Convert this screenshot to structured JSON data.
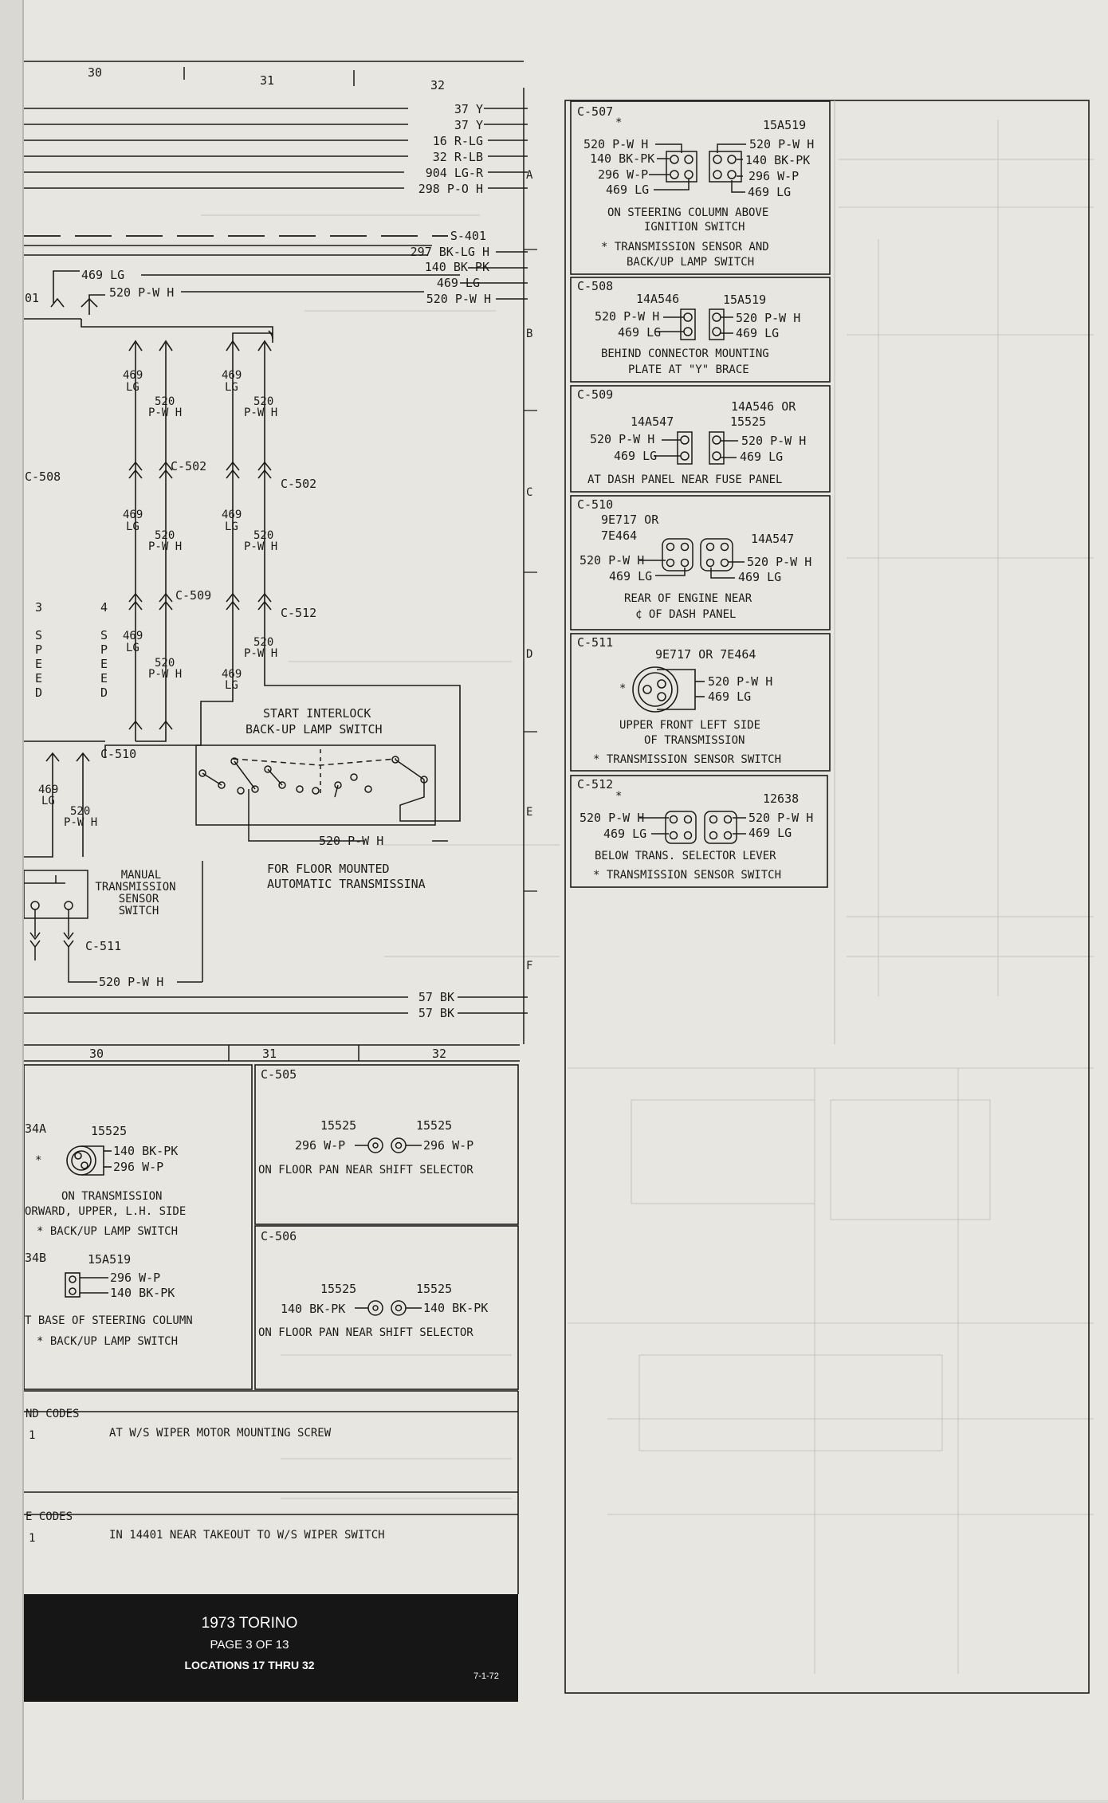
{
  "page": {
    "title": "1973 TORINO",
    "page_label": "PAGE 3 OF 13",
    "locations": "LOCATIONS 17 THRU 32",
    "date_code": "7-1-72"
  },
  "grid": {
    "top_columns": [
      "30",
      "31",
      "32"
    ],
    "bottom_columns": [
      "30",
      "31",
      "32"
    ],
    "rows": [
      "A",
      "B",
      "C",
      "D",
      "E",
      "F"
    ]
  },
  "bus_wires": [
    "37 Y",
    "37 Y",
    "16 R-LG",
    "32 R-LB",
    "904 LG-R",
    "298 P-O H"
  ],
  "splice": "S-401",
  "feed_wires": [
    "297 BK-LG H",
    "140 BK-PK",
    "469 LG",
    "520 P-W H"
  ],
  "left_wiring": {
    "wire_469": "469 LG",
    "wire_520": "520 P-W H",
    "stub_left": "01",
    "ref_c508": "C-508",
    "c502_a": "C-502",
    "c502_b": "C-502",
    "c509": "C-509",
    "c512": "C-512",
    "c510": "C-510",
    "c511": "C-511",
    "three_speed": [
      "3",
      "S",
      "P",
      "E",
      "E",
      "D"
    ],
    "four_speed": [
      "4",
      "S",
      "P",
      "E",
      "E",
      "D"
    ],
    "v469": "469",
    "vLG": "LG",
    "v520": "520",
    "vPWH": "P-W H",
    "start_interlock": "START INTERLOCK",
    "backup_lamp_switch": "BACK-UP LAMP SWITCH",
    "floor_mounted_1": "FOR FLOOR MOUNTED",
    "floor_mounted_2": "AUTOMATIC TRANSMISSINA",
    "manual_1": "MANUAL",
    "manual_2": "TRANSMISSION",
    "manual_3": "SENSOR",
    "manual_4": "SWITCH",
    "bottom_wire_520": "520 P-W H",
    "bottom_wire_57a": "57 BK",
    "bottom_wire_57b": "57 BK"
  },
  "connectors_right": [
    {
      "id": "C-507",
      "part_left": "*",
      "part_right": "15A519",
      "left_wires": [
        "520 P-W H",
        "140 BK-PK",
        "296 W-P",
        "469 LG"
      ],
      "right_wires": [
        "520 P-W H",
        "140 BK-PK",
        "296 W-P",
        "469 LG"
      ],
      "notes": [
        "ON STEERING COLUMN ABOVE",
        "IGNITION SWITCH",
        "* TRANSMISSION SENSOR AND",
        "BACK/UP LAMP SWITCH"
      ]
    },
    {
      "id": "C-508",
      "part_left": "14A546",
      "part_right": "15A519",
      "left_wires": [
        "520 P-W H",
        "469 LG"
      ],
      "right_wires": [
        "520 P-W H",
        "469 LG"
      ],
      "notes": [
        "BEHIND CONNECTOR MOUNTING",
        "PLATE AT \"Y\" BRACE"
      ]
    },
    {
      "id": "C-509",
      "part_left": "14A547",
      "part_right": "14A546 OR",
      "part_right2": "15525",
      "left_wires": [
        "520 P-W H",
        "469 LG"
      ],
      "right_wires": [
        "520 P-W H",
        "469 LG"
      ],
      "notes": [
        "AT DASH PANEL NEAR FUSE PANEL"
      ]
    },
    {
      "id": "C-510",
      "part_left": "9E717 OR",
      "part_left2": "7E464",
      "part_right": "14A547",
      "left_wires": [
        "520 P-W H",
        "469 LG"
      ],
      "right_wires": [
        "520 P-W H",
        "469 LG"
      ],
      "notes": [
        "REAR OF ENGINE NEAR",
        "¢ OF DASH PANEL"
      ]
    },
    {
      "id": "C-511",
      "part_left": "9E717 OR 7E464",
      "star": "*",
      "right_wires": [
        "520 P-W H",
        "469 LG"
      ],
      "notes": [
        "UPPER FRONT LEFT SIDE",
        "OF TRANSMISSION",
        "* TRANSMISSION SENSOR SWITCH"
      ]
    },
    {
      "id": "C-512",
      "part_left": "*",
      "part_right": "12638",
      "left_wires": [
        "520 P-W H",
        "469 LG"
      ],
      "right_wires": [
        "520 P-W H",
        "469 LG"
      ],
      "notes": [
        "BELOW TRANS. SELECTOR LEVER",
        "* TRANSMISSION SENSOR SWITCH"
      ]
    }
  ],
  "bottom_connectors": {
    "c505": {
      "id": "C-505",
      "part_left": "15525",
      "part_right": "15525",
      "left_wire": "296 W-P",
      "right_wire": "296 W-P",
      "note": "ON FLOOR PAN NEAR SHIFT SELECTOR"
    },
    "c506": {
      "id": "C-506",
      "part_left": "15525",
      "part_right": "15525",
      "left_wire": "140 BK-PK",
      "right_wire": "140 BK-PK",
      "note": "ON FLOOR PAN NEAR SHIFT SELECTOR"
    },
    "c504a": {
      "id": "34A",
      "part": "15525",
      "star": "*",
      "wire1": "140 BK-PK",
      "wire2": "296 W-P",
      "note1": "ON TRANSMISSION",
      "note2": "ORWARD, UPPER, L.H. SIDE",
      "note3": "* BACK/UP LAMP SWITCH"
    },
    "c504b": {
      "id": "34B",
      "part": "15A519",
      "wire1": "296 W-P",
      "wire2": "140 BK-PK",
      "note1": "T BASE OF STEERING COLUMN",
      "note2": "* BACK/UP LAMP SWITCH"
    }
  },
  "codes": {
    "ground_header": "ND CODES",
    "ground_num": "1",
    "ground_text": "AT W/S WIPER MOTOR MOUNTING SCREW",
    "splice_header": "E CODES",
    "splice_num": "1",
    "splice_text": "IN 14401 NEAR TAKEOUT TO W/S WIPER SWITCH"
  }
}
